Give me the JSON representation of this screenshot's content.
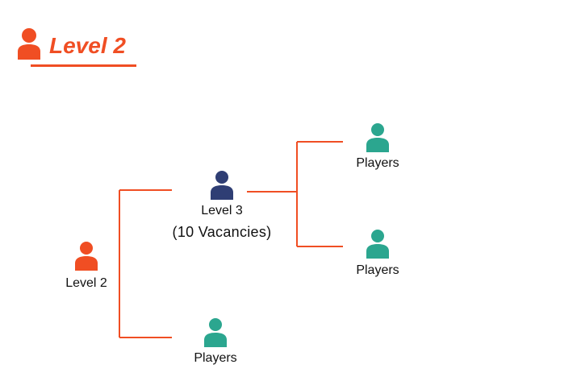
{
  "header": {
    "title": "Level 2",
    "icon": "person-icon",
    "color": "#f04e23"
  },
  "colors": {
    "connector": "#f04e23",
    "root_person": "#f04e23",
    "level3_person": "#2f3e74",
    "player_person": "#2ba68f",
    "text": "#111111"
  },
  "diagram": {
    "root": {
      "label": "Level 2",
      "icon": "person-icon"
    },
    "level3": {
      "label": "Level 3",
      "sublabel": "(10 Vacancies)",
      "icon": "person-icon"
    },
    "players": [
      {
        "label": "Players",
        "icon": "person-icon"
      },
      {
        "label": "Players",
        "icon": "person-icon"
      },
      {
        "label": "Players",
        "icon": "person-icon"
      }
    ]
  }
}
